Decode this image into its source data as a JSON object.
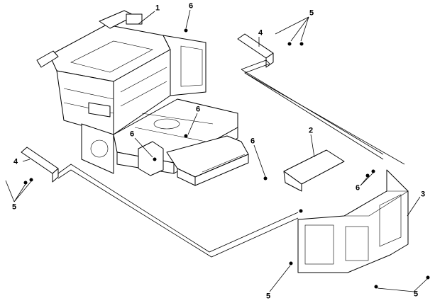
{
  "diagram": {
    "callouts": [
      {
        "id": "c1",
        "label": "1"
      },
      {
        "id": "c6a",
        "label": "6"
      },
      {
        "id": "c5a",
        "label": "5"
      },
      {
        "id": "c4a",
        "label": "4"
      },
      {
        "id": "c6b",
        "label": "6"
      },
      {
        "id": "c2",
        "label": "2"
      },
      {
        "id": "c6c",
        "label": "6"
      },
      {
        "id": "c6d",
        "label": "6"
      },
      {
        "id": "c4b",
        "label": "4"
      },
      {
        "id": "c5b",
        "label": "5"
      },
      {
        "id": "c6e",
        "label": "6"
      },
      {
        "id": "c3",
        "label": "3"
      },
      {
        "id": "c5c",
        "label": "5"
      },
      {
        "id": "c5d",
        "label": "5"
      }
    ]
  }
}
